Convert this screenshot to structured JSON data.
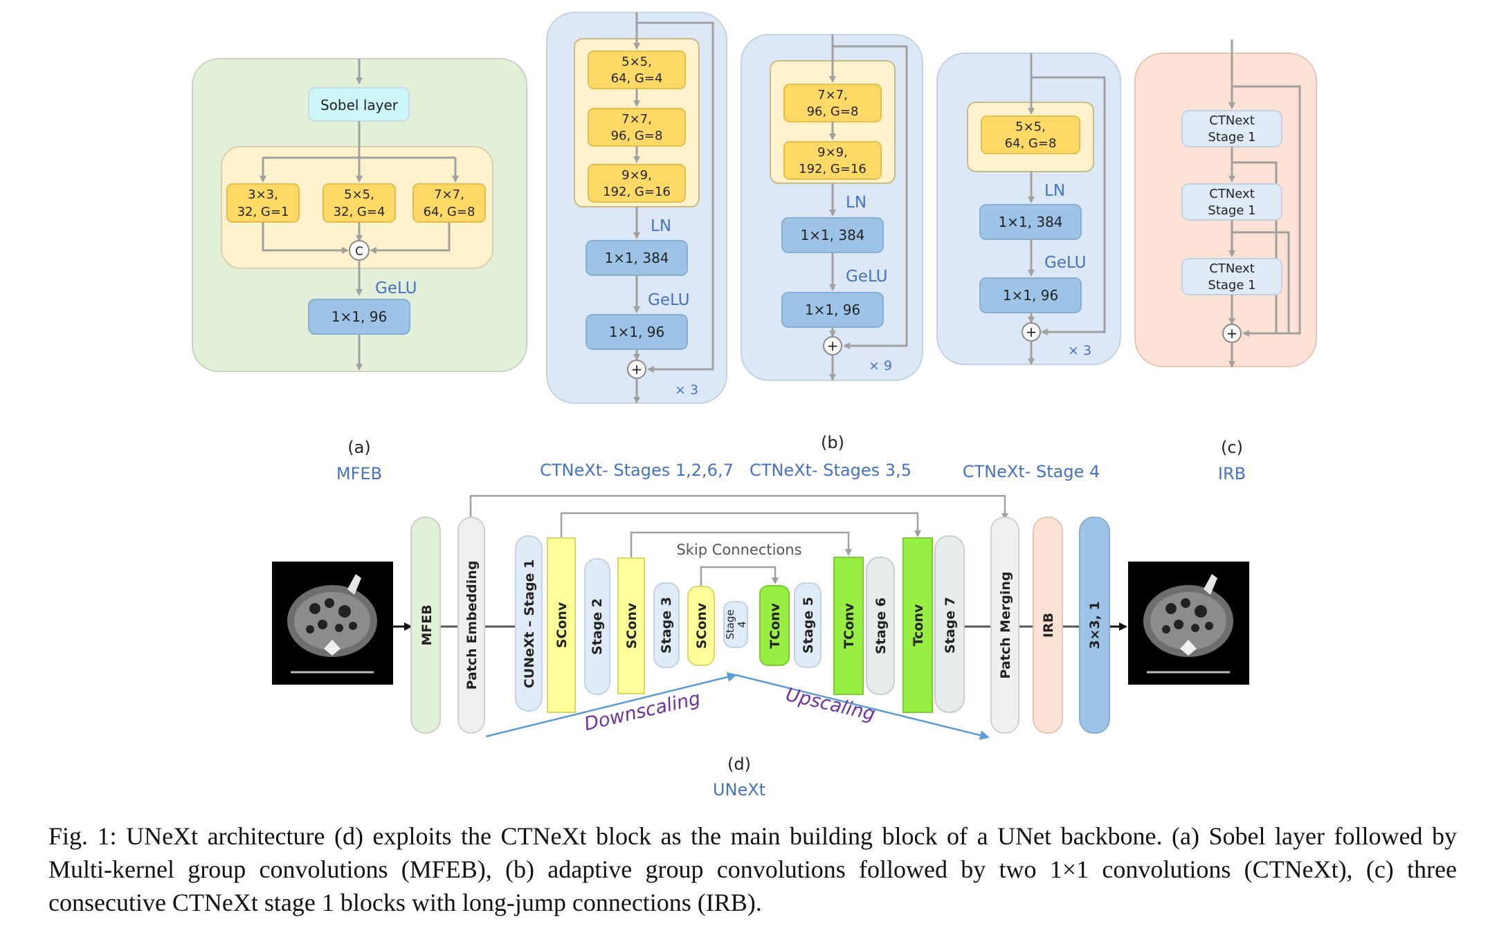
{
  "colors": {
    "mfeb_bg": "#e2efd9",
    "ctnext_bg": "#dce8f5",
    "irb_bg": "#fbe2d5",
    "inner_bg": "#fff2cc",
    "kernel_box": "#ffd966",
    "conv_box": "#9dc3e6",
    "sobel_box": "#ccf6f8",
    "stage_box": "#dfebf7",
    "label_blue": "#4472c4",
    "arrow_gray": "#a0a0a0",
    "sconv": "#ffff99",
    "tconv": "#99ee44",
    "scaling_purple": "#7030a0",
    "scaling_arrow": "#5b9bd5"
  },
  "mfeb": {
    "sobel": "Sobel layer",
    "k1a": "3×3,",
    "k1b": "32, G=1",
    "k2a": "5×5,",
    "k2b": "32, G=4",
    "k3a": "7×7,",
    "k3b": "64, G=8",
    "concat": "C",
    "act": "GeLU",
    "conv": "1×1, 96",
    "label_letter": "(a)",
    "label_name": "MFEB"
  },
  "ctnext": {
    "label_letter": "(b)",
    "b1": {
      "k1a": "5×5,",
      "k1b": "64, G=4",
      "k2a": "7×7,",
      "k2b": "96, G=8",
      "k3a": "9×9,",
      "k3b": "192, G=16",
      "norm": "LN",
      "conv1": "1×1, 384",
      "act": "GeLU",
      "conv2": "1×1, 96",
      "repeat": "× 3",
      "name": "CTNeXt- Stages 1,2,6,7"
    },
    "b2": {
      "k1a": "7×7,",
      "k1b": "96, G=8",
      "k2a": "9×9,",
      "k2b": "192, G=16",
      "norm": "LN",
      "conv1": "1×1, 384",
      "act": "GeLU",
      "conv2": "1×1, 96",
      "repeat": "× 9",
      "name": "CTNeXt- Stages 3,5"
    },
    "b3": {
      "k1a": "5×5,",
      "k1b": "64, G=8",
      "norm": "LN",
      "conv1": "1×1, 384",
      "act": "GeLU",
      "conv2": "1×1, 96",
      "repeat": "× 3",
      "name": "CTNeXt- Stage 4"
    },
    "plus": "+"
  },
  "irb": {
    "s1a": "CTNext",
    "s1b": "Stage 1",
    "s2a": "CTNext",
    "s2b": "Stage 1",
    "s3a": "CTNext",
    "s3b": "Stage 1",
    "label_letter": "(c)",
    "label_name": "IRB"
  },
  "unext": {
    "mfeb": "MFEB",
    "patch_embedding": "Patch Embedding",
    "stage1": "CUNeXt – Stage 1",
    "sconv1": "SConv",
    "stage2": "Stage 2",
    "sconv2": "SConv",
    "stage3": "Stage 3",
    "sconv3": "SConv",
    "stage4a": "Stage",
    "stage4b": "4",
    "tconv1": "TConv",
    "stage5": "Stage 5",
    "tconv2": "TConv",
    "stage6": "Stage 6",
    "tconv3": "Tconv",
    "stage7": "Stage 7",
    "patch_merging": "Patch Merging",
    "irb": "IRB",
    "final_conv": "3×3, 1",
    "skip": "Skip Connections",
    "downscaling": "Downscaling",
    "upscaling": "Upscaling",
    "label_letter": "(d)",
    "label_name": "UNeXt"
  },
  "caption": "Fig. 1: UNeXt architecture (d) exploits the CTNeXt block as the main building block of a UNet backbone. (a) Sobel layer followed by Multi-kernel group convolutions (MFEB), (b) adaptive group convolutions followed by two 1×1 convolutions (CTNeXt), (c) three consecutive CTNeXt stage 1 blocks with long-jump connections (IRB)."
}
